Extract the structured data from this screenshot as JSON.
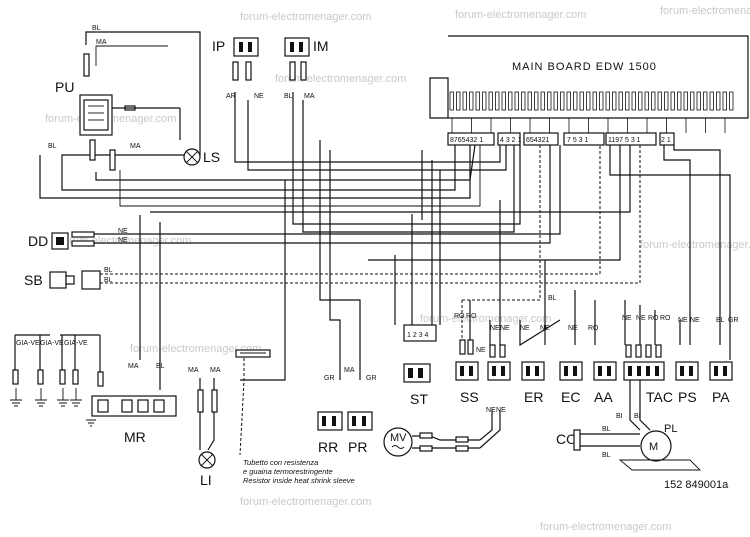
{
  "board": {
    "title": "MAIN BOARD EDW 1500"
  },
  "components": {
    "ip": "IP",
    "im": "IM",
    "pu": "PU",
    "ls": "LS",
    "dd": "DD",
    "sb": "SB",
    "mr": "MR",
    "li": "LI",
    "rr": "RR",
    "pr": "PR",
    "mv": "MV",
    "st": "ST",
    "ss": "SS",
    "er": "ER",
    "ec": "EC",
    "aa": "AA",
    "tac": "TAC",
    "ps": "PS",
    "pa": "PA",
    "co": "CO",
    "pl": "PL"
  },
  "wire_codes": {
    "bl": "BL",
    "ma": "MA",
    "ne": "NE",
    "ro": "RO",
    "gr": "GR",
    "ar": "AR",
    "bi": "BI",
    "gia_ve": "GIA-VE"
  },
  "connectors": {
    "c1": "8765432 1",
    "c2": "4 3 2 1",
    "c3": "654321",
    "c4": "7 5 3 1",
    "c5": "1197 5 3 1",
    "c6": "2 1",
    "st_pins": "1 2 3 4"
  },
  "note": {
    "line1": "Tubetto con resistenza",
    "line2": "e guaina termorestringente",
    "line3": "Resistor inside heat shrink sleeve"
  },
  "part_number": "152 849001a",
  "watermark": "forum-electromenager.com"
}
